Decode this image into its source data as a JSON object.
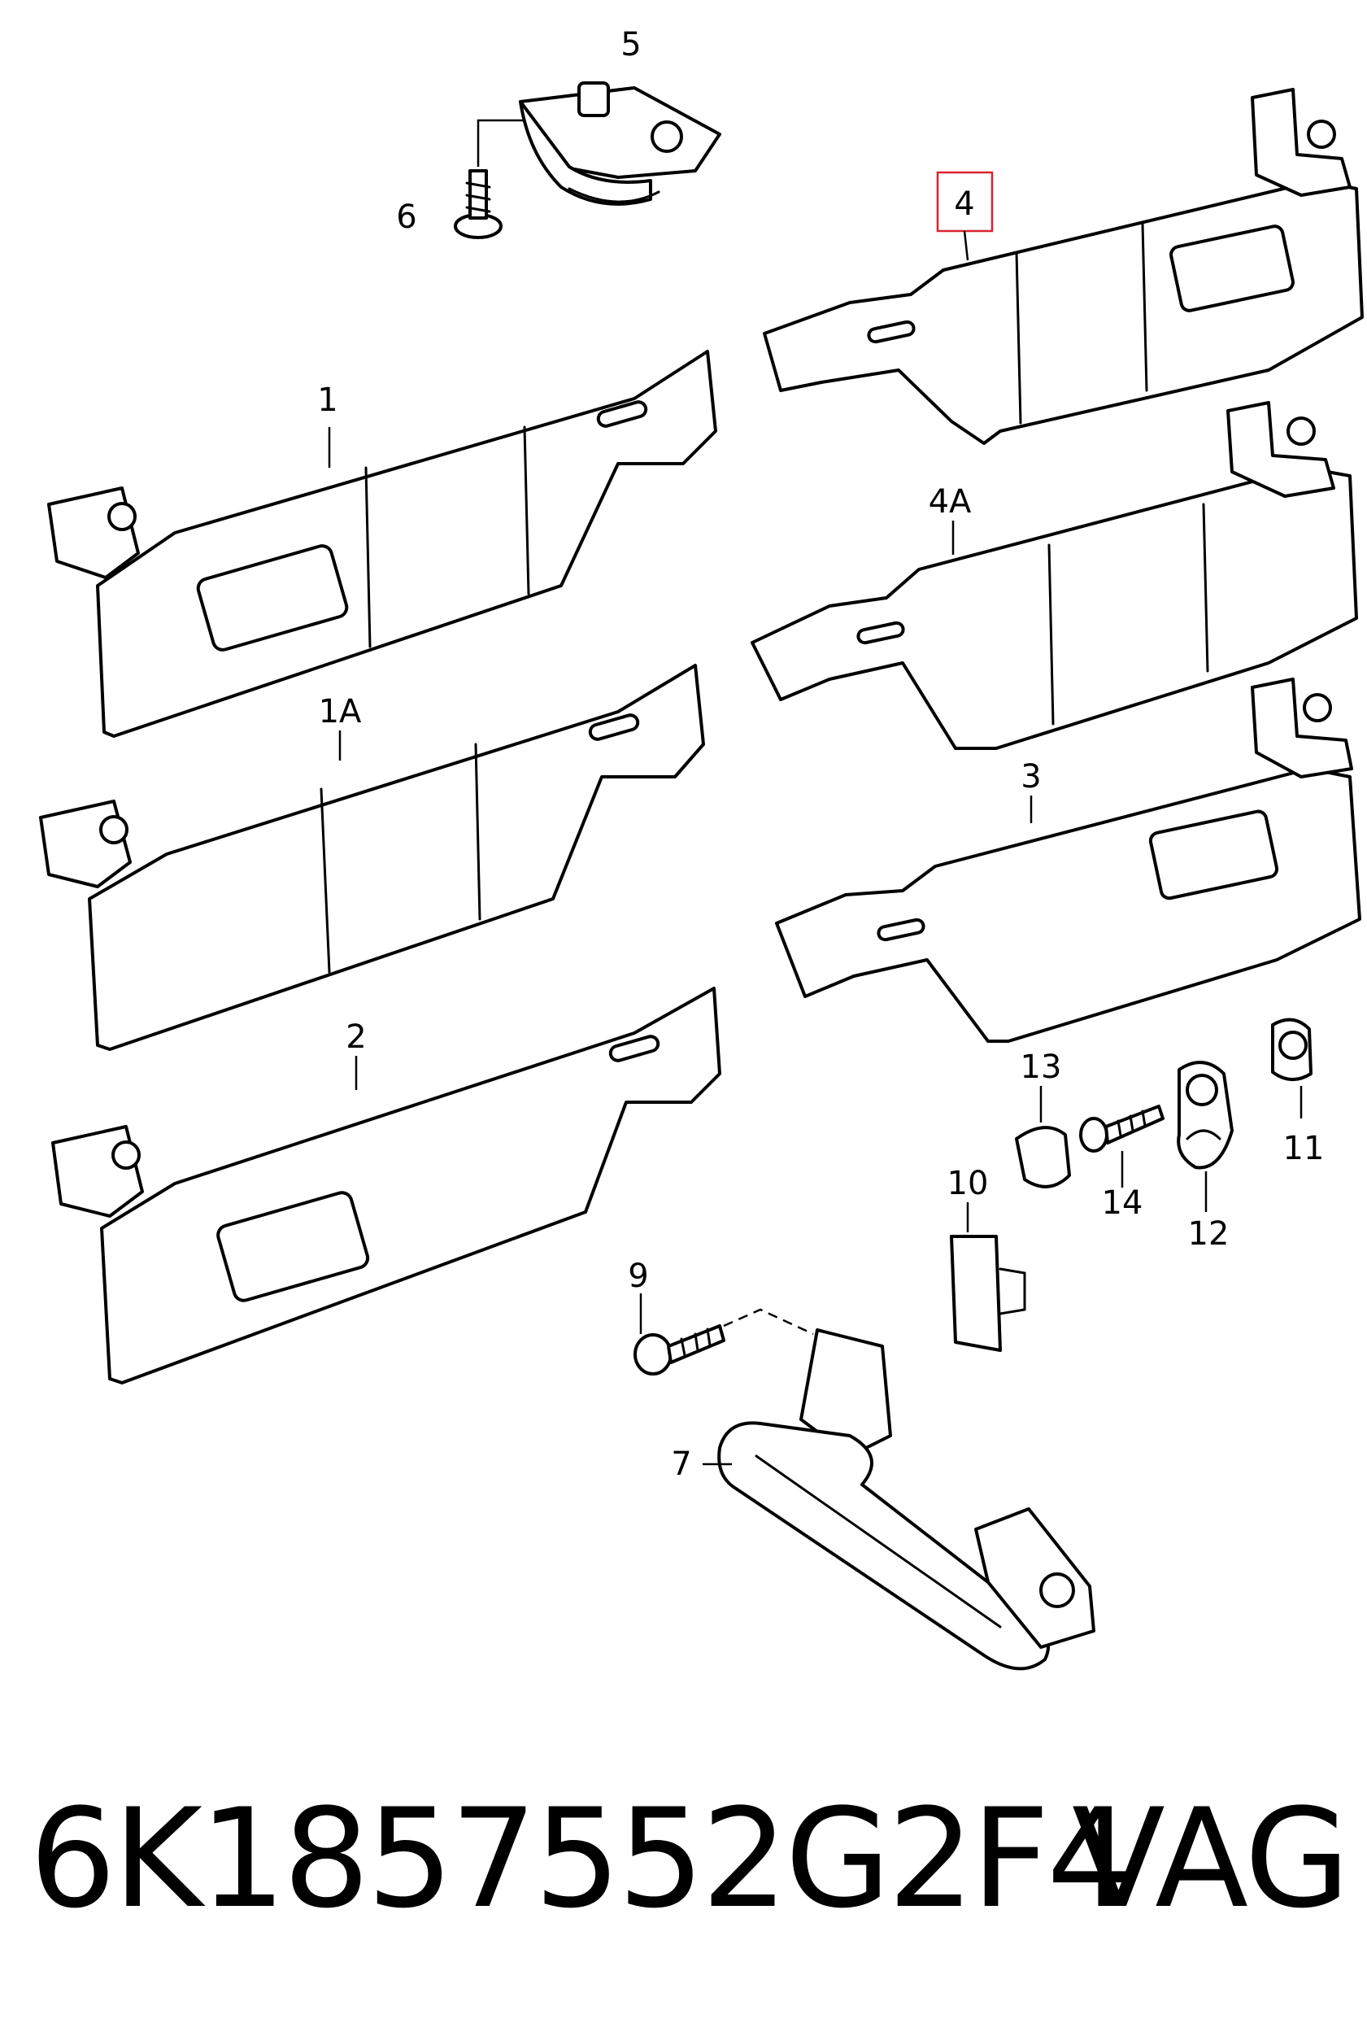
{
  "callouts": {
    "c5": "5",
    "c6": "6",
    "c4": "4",
    "c1": "1",
    "c4a": "4A",
    "c1a": "1A",
    "c3": "3",
    "c2": "2",
    "c13": "13",
    "c11": "11",
    "c14": "14",
    "c12": "12",
    "c10": "10",
    "c9": "9",
    "c7": "7"
  },
  "caption": {
    "part_number": "6K1857552G2F4",
    "brand": "VAG"
  },
  "colors": {
    "line": "#000000",
    "highlight": "#d9232e",
    "background": "#ffffff"
  }
}
